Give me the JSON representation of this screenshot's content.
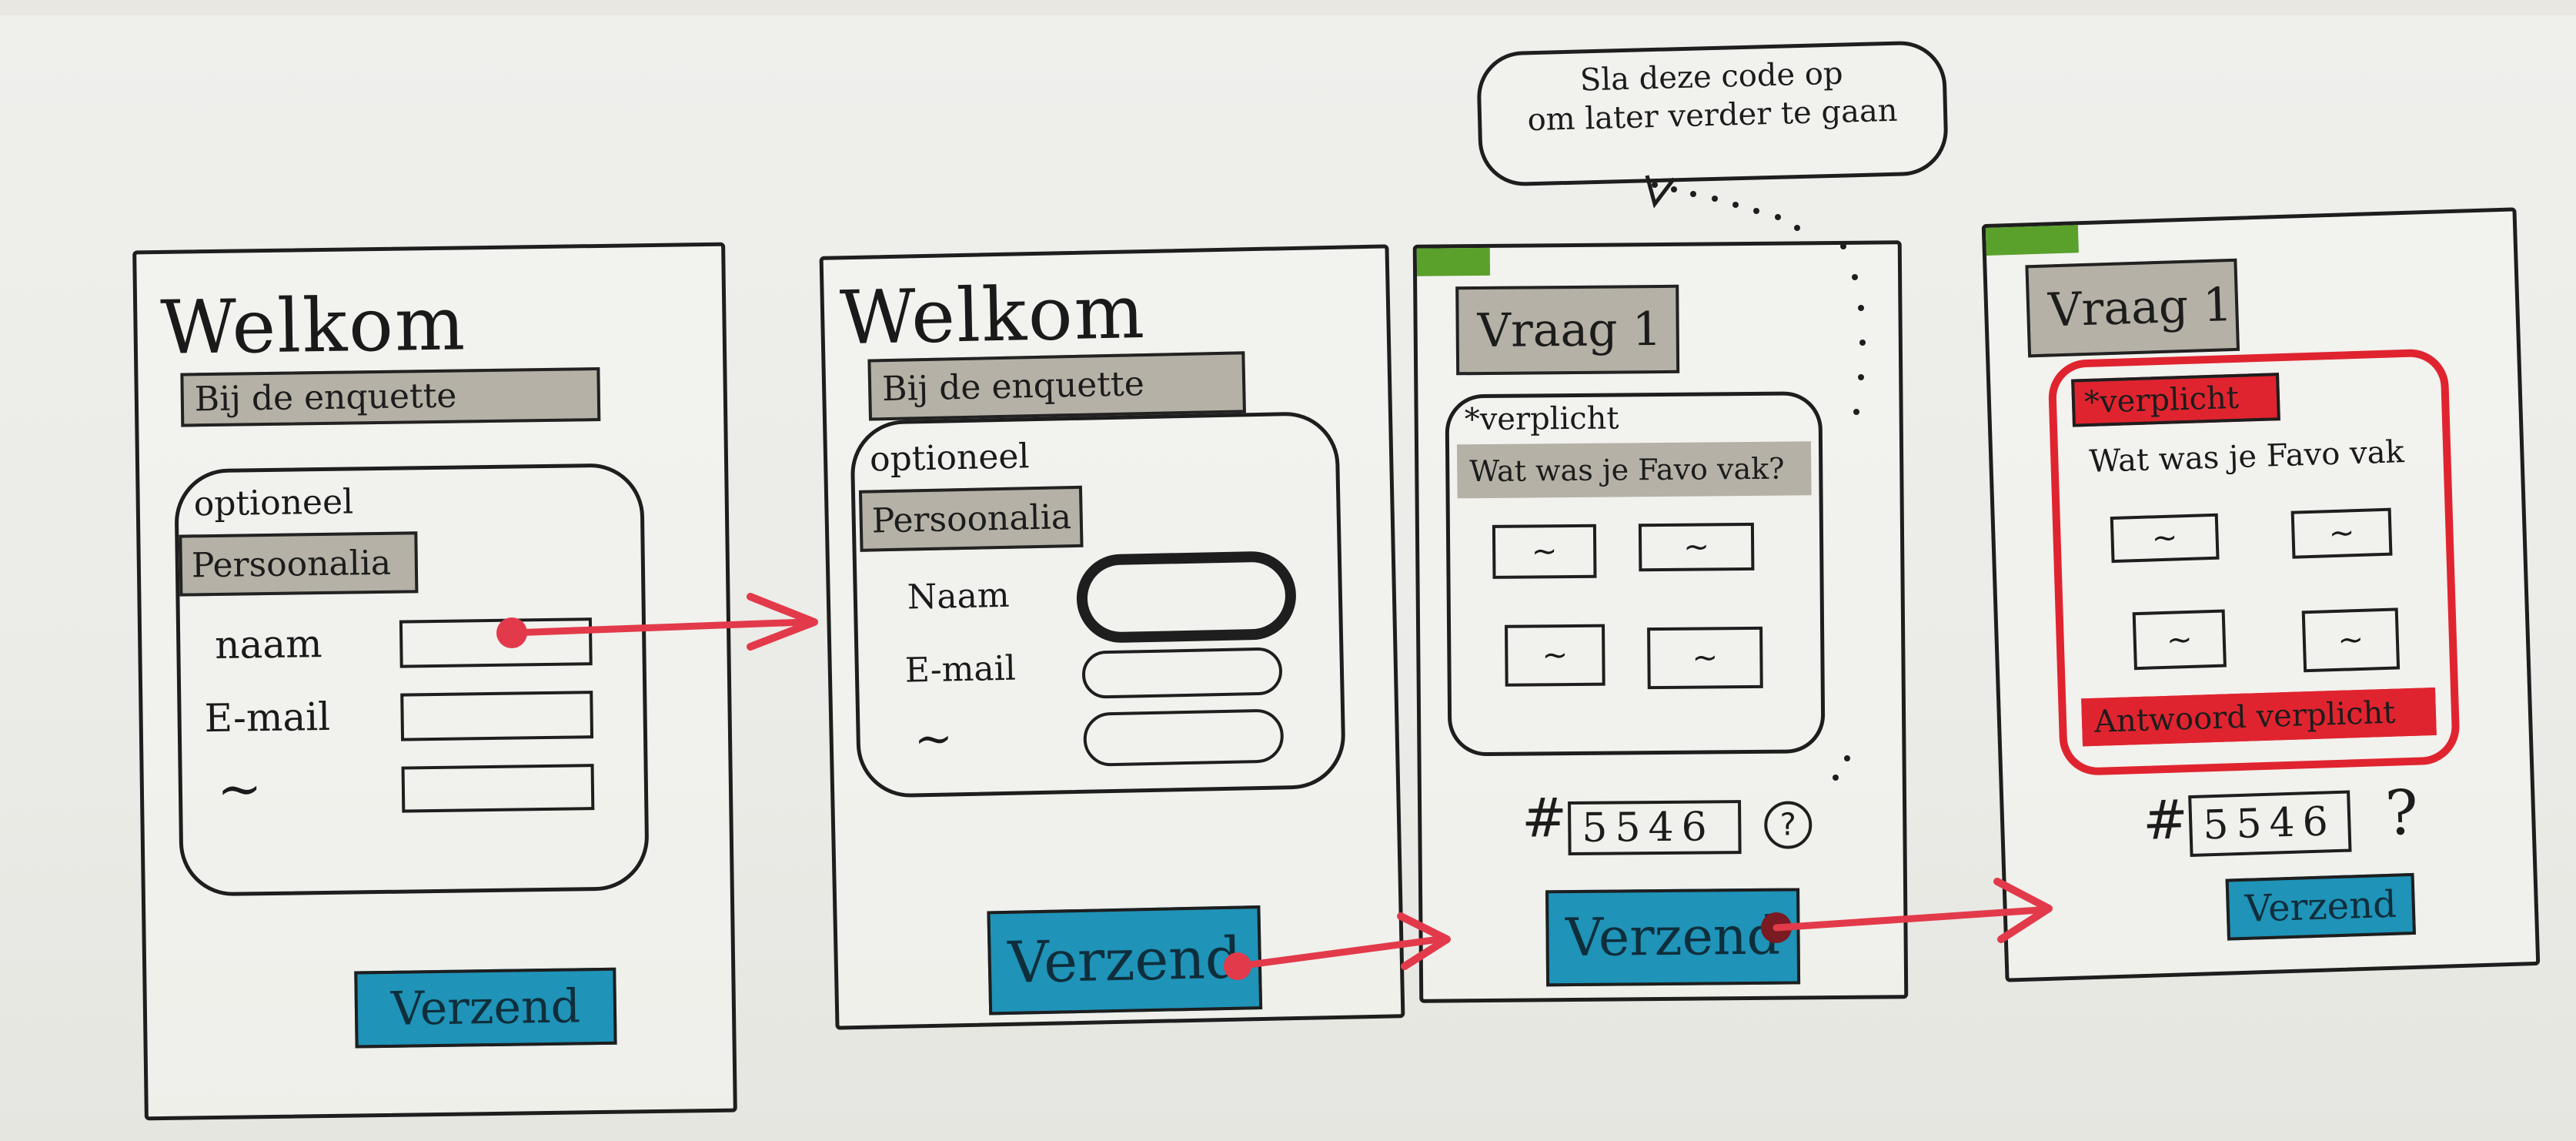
{
  "screen1": {
    "title": "Welkom",
    "subtitle": "Bij de enquette",
    "section_label": "optioneel",
    "section_title": "Persoonalia",
    "fields": [
      {
        "label": "naam"
      },
      {
        "label": "E-mail"
      },
      {
        "label": "~"
      }
    ],
    "button": "Verzend"
  },
  "screen2": {
    "title": "Welkom",
    "subtitle": "Bij de enquette",
    "section_label": "optioneel",
    "section_title": "Persoonalia",
    "fields": [
      {
        "label": "Naam"
      },
      {
        "label": "E-mail"
      },
      {
        "label": "~"
      }
    ],
    "button": "Verzend"
  },
  "screen3": {
    "question_title": "Vraag 1",
    "required_label": "*verplicht",
    "question_text": "Wat was je Favo vak?",
    "options": [
      "~",
      "~",
      "~",
      "~"
    ],
    "code_hash": "#",
    "code": "5546",
    "help": "?",
    "button": "Verzend"
  },
  "screen4": {
    "question_title": "Vraag 1",
    "required_label": "*verplicht",
    "question_text": "Wat was je Favo vak",
    "options": [
      "~",
      "~",
      "~",
      "~"
    ],
    "error_text": "Antwoord verplicht",
    "code_hash": "#",
    "code": "5546",
    "help": "?",
    "button": "Verzend"
  },
  "callout": {
    "line1": "Sla deze code op",
    "line2": "om later verder te gaan"
  },
  "colors": {
    "accent_button": "#1f93b8",
    "error_red": "#e0242f",
    "progress_green": "#5aa12c",
    "arrow_red": "#e23a4a",
    "placeholder_grey": "#b5b1a6"
  }
}
